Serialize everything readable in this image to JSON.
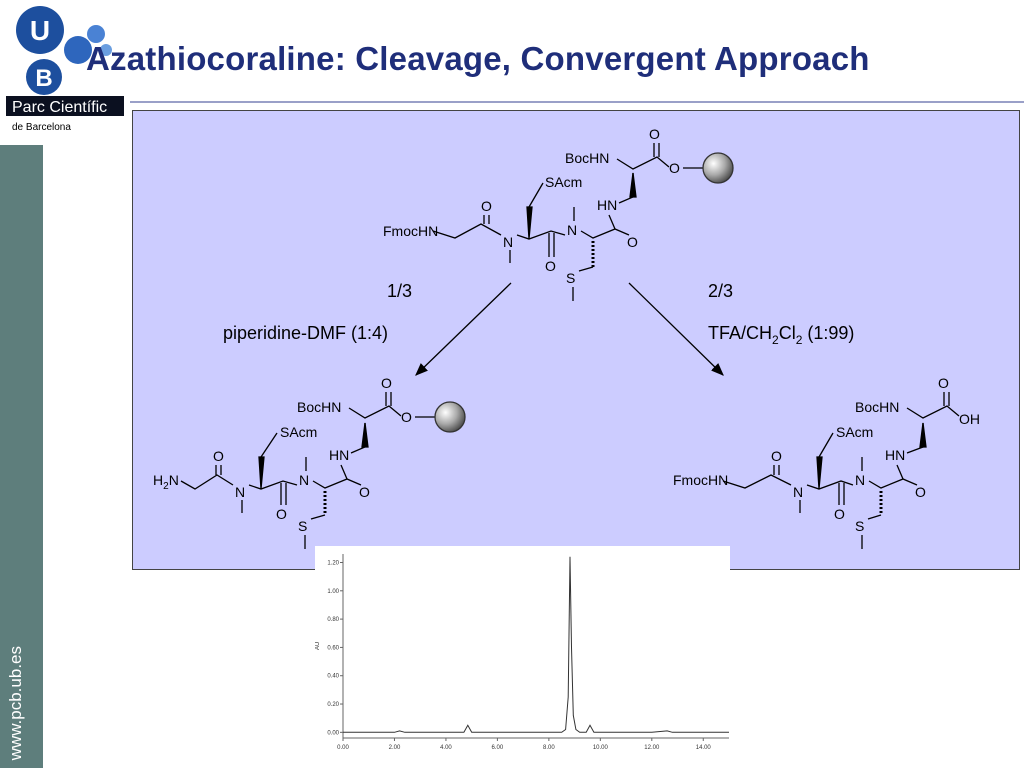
{
  "slide": {
    "title": "Azathiocoraline: Cleavage, Convergent Approach",
    "url": "www.pcb.ub.es"
  },
  "logo": {
    "letters": [
      "U",
      "B"
    ],
    "name": "Parc Científic",
    "subname": "de Barcelona"
  },
  "scheme": {
    "left_branch": {
      "ratio": "1/3",
      "reagent": "piperidine-DMF (1:4)"
    },
    "right_branch": {
      "ratio": "2/3",
      "reagent_parts": [
        "TFA/CH",
        "2",
        "Cl",
        "2",
        " (1:99)"
      ]
    },
    "top_molecule": {
      "n_terminus": "FmocHN",
      "boc": "BocHN",
      "sacm": "SAcm",
      "hn": "HN",
      "o": "O",
      "n": "N",
      "s": "S"
    },
    "left_product": {
      "n_terminus_parts": [
        "H",
        "2",
        "N"
      ]
    },
    "right_product": {
      "n_terminus": "FmocHN",
      "acid": "OH"
    }
  },
  "chromatogram": {
    "y_label": "AU",
    "chart_data": {
      "type": "line",
      "title": "",
      "xlabel": "",
      "ylabel": "AU",
      "xlim": [
        0,
        15
      ],
      "ylim": [
        -0.04,
        1.26
      ],
      "x_ticks": [
        "0.00",
        "2.00",
        "4.00",
        "6.00",
        "8.00",
        "10.00",
        "12.00",
        "14.00"
      ],
      "y_ticks": [
        "0.00",
        "0.20",
        "0.40",
        "0.60",
        "0.80",
        "1.00",
        "1.20"
      ],
      "series": [
        {
          "x": [
            0,
            1,
            2,
            2.2,
            2.4,
            3,
            4,
            4.7,
            4.85,
            5,
            5.5,
            6,
            6.5,
            7,
            7.5,
            8,
            8.5,
            8.65,
            8.75,
            8.82,
            8.88,
            8.95,
            9.05,
            9.2,
            9.45,
            9.6,
            9.75,
            10,
            10.5,
            11,
            12,
            12.6,
            12.8,
            13,
            14,
            15
          ],
          "y": [
            0.0,
            0.0,
            0.0,
            0.01,
            0.0,
            0.0,
            0.0,
            0.0,
            0.05,
            0.0,
            0.0,
            0.0,
            0.0,
            0.0,
            0.0,
            0.0,
            0.0,
            0.02,
            0.25,
            1.24,
            0.6,
            0.12,
            0.02,
            0.0,
            0.0,
            0.05,
            0.0,
            0.0,
            0.0,
            0.0,
            0.0,
            0.01,
            0.0,
            0.0,
            0.0,
            0.0
          ]
        }
      ]
    }
  },
  "colors": {
    "sidebar": "#5e7e7c",
    "title": "#1f2e7a",
    "scheme_bg": "#ccccff",
    "logo_blue": "#1d4f9e"
  }
}
